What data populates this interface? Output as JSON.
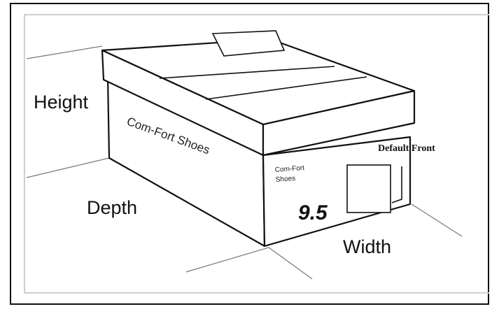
{
  "labels": {
    "height": "Height",
    "depth": "Depth",
    "width": "Width",
    "default_front": "Default Front"
  },
  "box": {
    "brand_side": "Com-Fort Shoes",
    "brand_front_line1": "Com-Fort",
    "brand_front_line2": "Shoes",
    "size": "9.5"
  }
}
